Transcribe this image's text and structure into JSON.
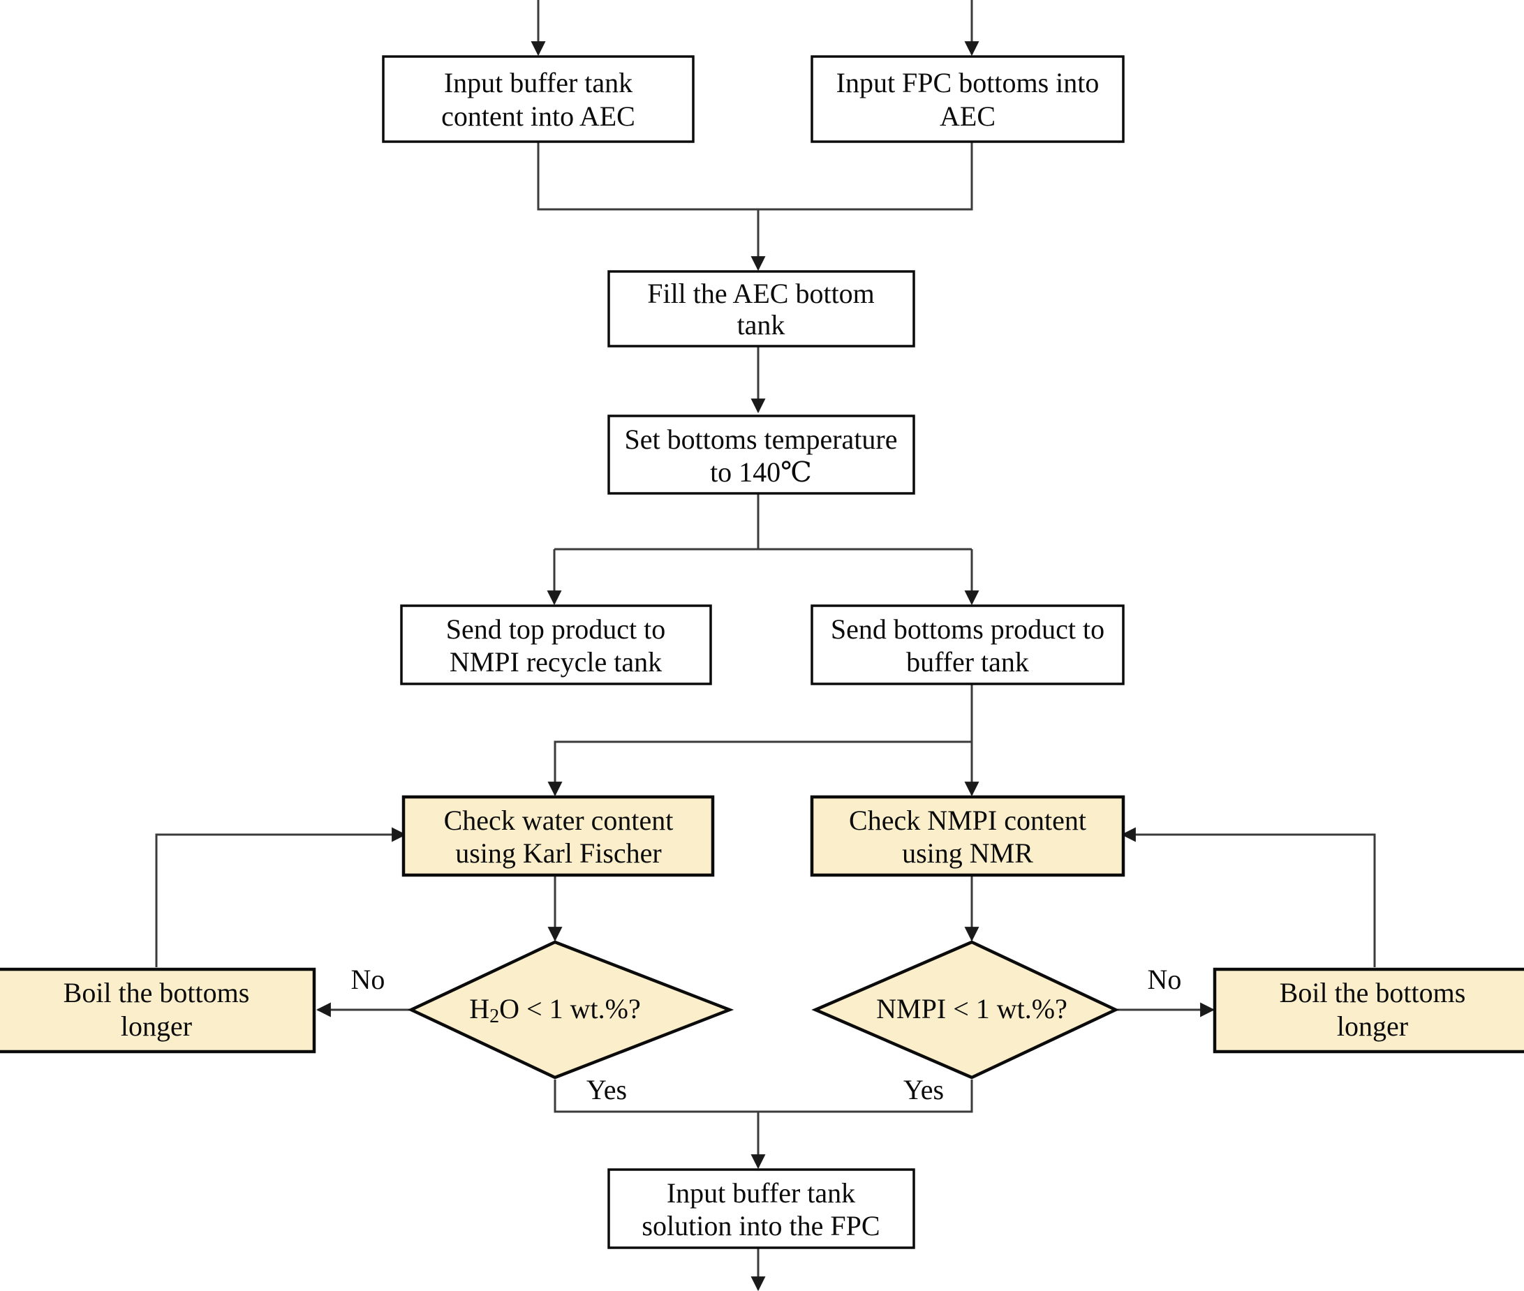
{
  "diagram": {
    "title": "AEC / FPC solvent purification process flowchart",
    "colors": {
      "highlight_fill": "#FAEECB",
      "plain_fill": "#FFFFFF",
      "stroke": "#0B0B0B",
      "connector": "#3B3B3B"
    },
    "nodes": [
      {
        "id": "input-buffer-tank-aec",
        "type": "process",
        "highlight": false,
        "lines": [
          "Input buffer tank",
          "content into AEC"
        ]
      },
      {
        "id": "input-fpc-bottoms-aec",
        "type": "process",
        "highlight": false,
        "lines": [
          "Input FPC bottoms into",
          "AEC"
        ]
      },
      {
        "id": "fill-aec-bottom-tank",
        "type": "process",
        "highlight": false,
        "lines": [
          "Fill the AEC bottom",
          "tank"
        ]
      },
      {
        "id": "set-bottoms-temperature",
        "type": "process",
        "highlight": false,
        "lines": [
          "Set bottoms temperature",
          "to 140℃"
        ]
      },
      {
        "id": "send-top-product-nmpi",
        "type": "process",
        "highlight": false,
        "lines": [
          "Send top product to",
          "NMPI recycle tank"
        ]
      },
      {
        "id": "send-bottoms-product-buffer",
        "type": "process",
        "highlight": false,
        "lines": [
          "Send bottoms product to",
          "buffer tank"
        ]
      },
      {
        "id": "check-water-karl-fischer",
        "type": "process",
        "highlight": true,
        "lines": [
          "Check water content",
          "using Karl Fischer"
        ]
      },
      {
        "id": "check-nmpi-nmr",
        "type": "process",
        "highlight": true,
        "lines": [
          "Check NMPI content",
          "using NMR"
        ]
      },
      {
        "id": "decision-h2o",
        "type": "decision",
        "highlight": true,
        "text_pre": "H",
        "text_sub": "2",
        "text_post": "O < 1 wt.%?"
      },
      {
        "id": "decision-nmpi",
        "type": "decision",
        "highlight": true,
        "text": "NMPI < 1 wt.%?"
      },
      {
        "id": "boil-bottoms-longer-left",
        "type": "process",
        "highlight": true,
        "lines": [
          "Boil the bottoms",
          "longer"
        ]
      },
      {
        "id": "boil-bottoms-longer-right",
        "type": "process",
        "highlight": true,
        "lines": [
          "Boil the bottoms",
          "longer"
        ]
      },
      {
        "id": "input-buffer-solution-fpc",
        "type": "process",
        "highlight": false,
        "lines": [
          "Input buffer tank",
          "solution into the FPC"
        ]
      }
    ],
    "edge_labels": {
      "no_left": "No",
      "no_right": "No",
      "yes_left": "Yes",
      "yes_right": "Yes"
    }
  }
}
